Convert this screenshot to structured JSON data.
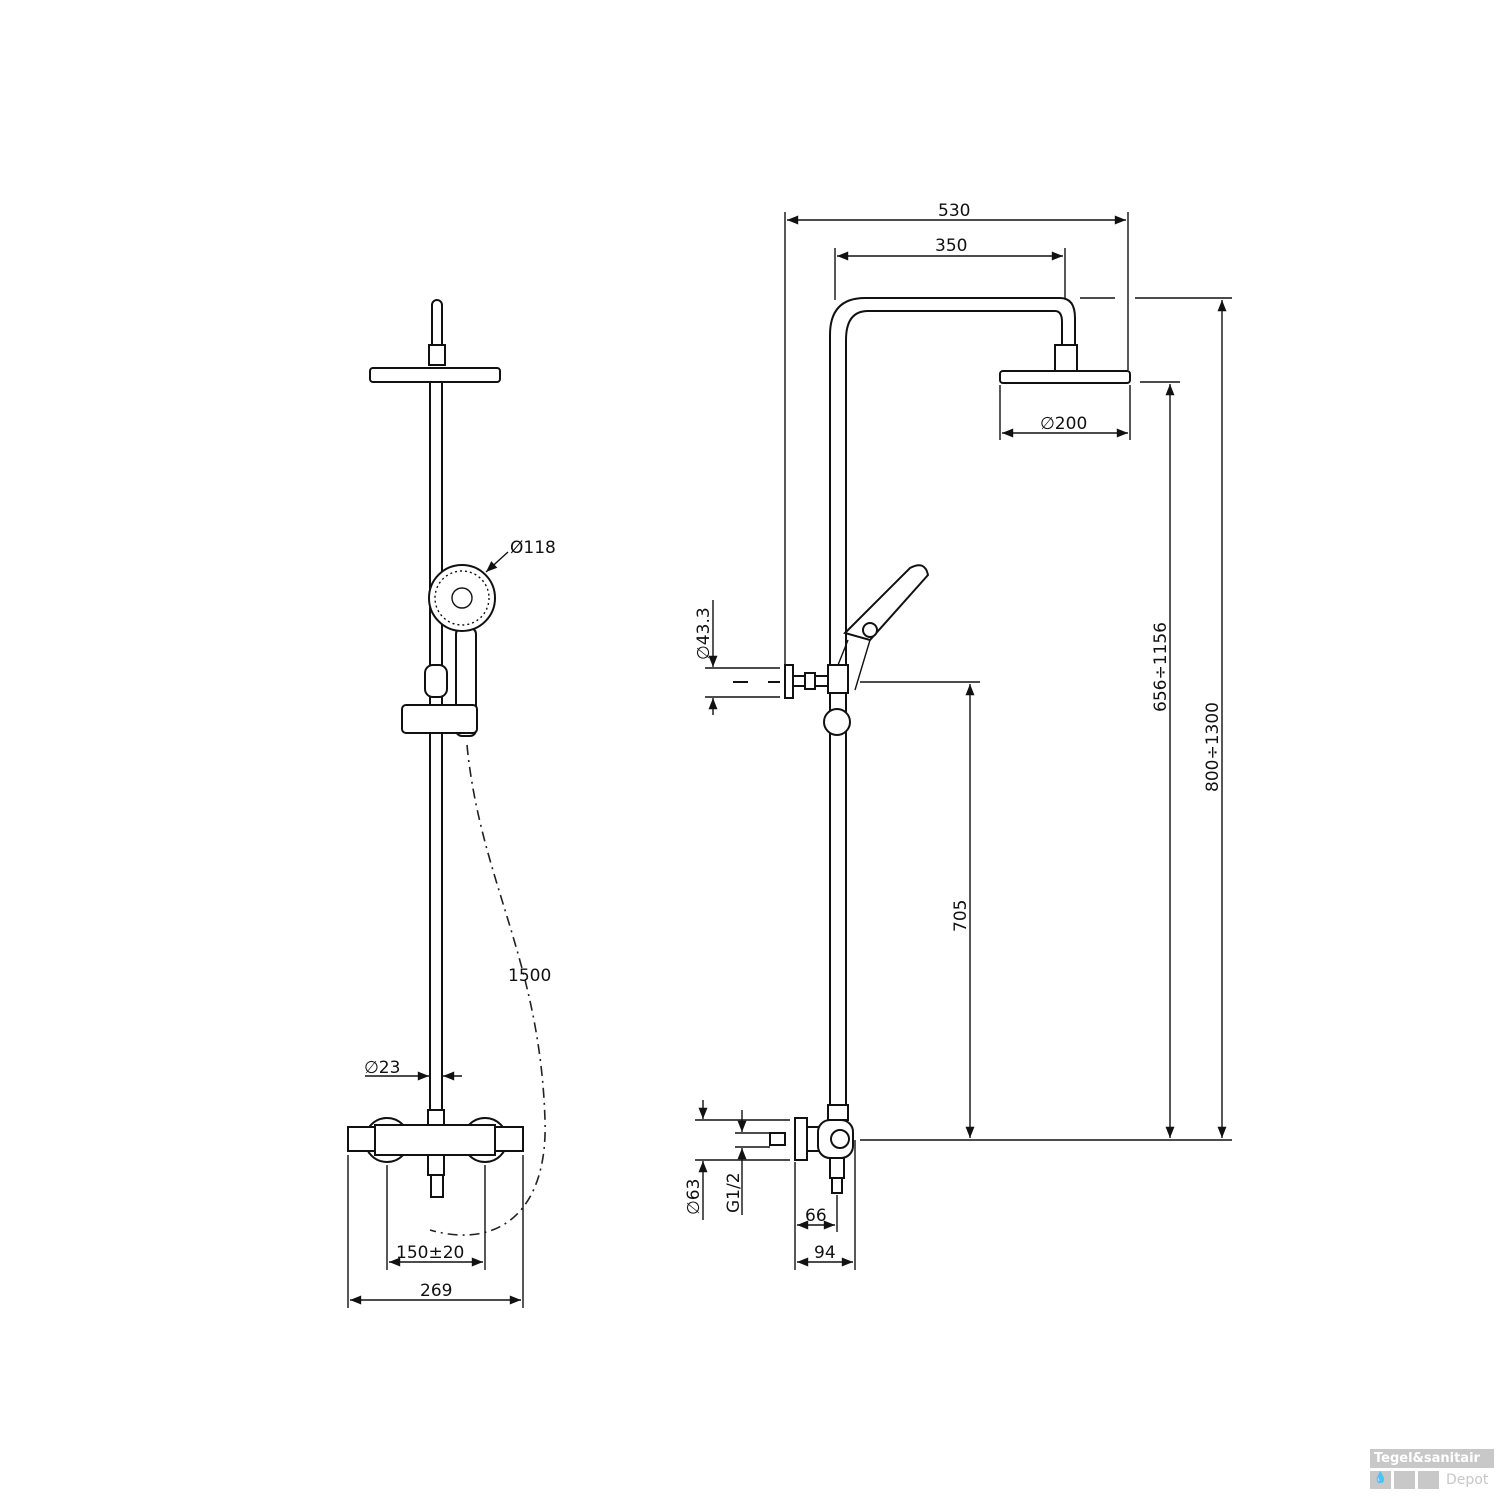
{
  "front_view": {
    "handshower_diameter": "Ø118",
    "hose_length": "1500",
    "rail_diameter": "∅23",
    "inlet_spacing": "150±20",
    "mixer_width": "269"
  },
  "side_view": {
    "total_projection": "530",
    "arm_length": "350",
    "head_diameter": "∅200",
    "bracket_diameter": "∅43.3",
    "holder_height": "705",
    "head_height_range": "656÷1156",
    "total_height_range": "800÷1300",
    "escutcheon_diameter": "∅63",
    "thread": "G1/2",
    "depth_inner": "66",
    "depth_outer": "94"
  },
  "watermark": {
    "line1": "Tegel&sanitair",
    "line2": "Depot"
  }
}
